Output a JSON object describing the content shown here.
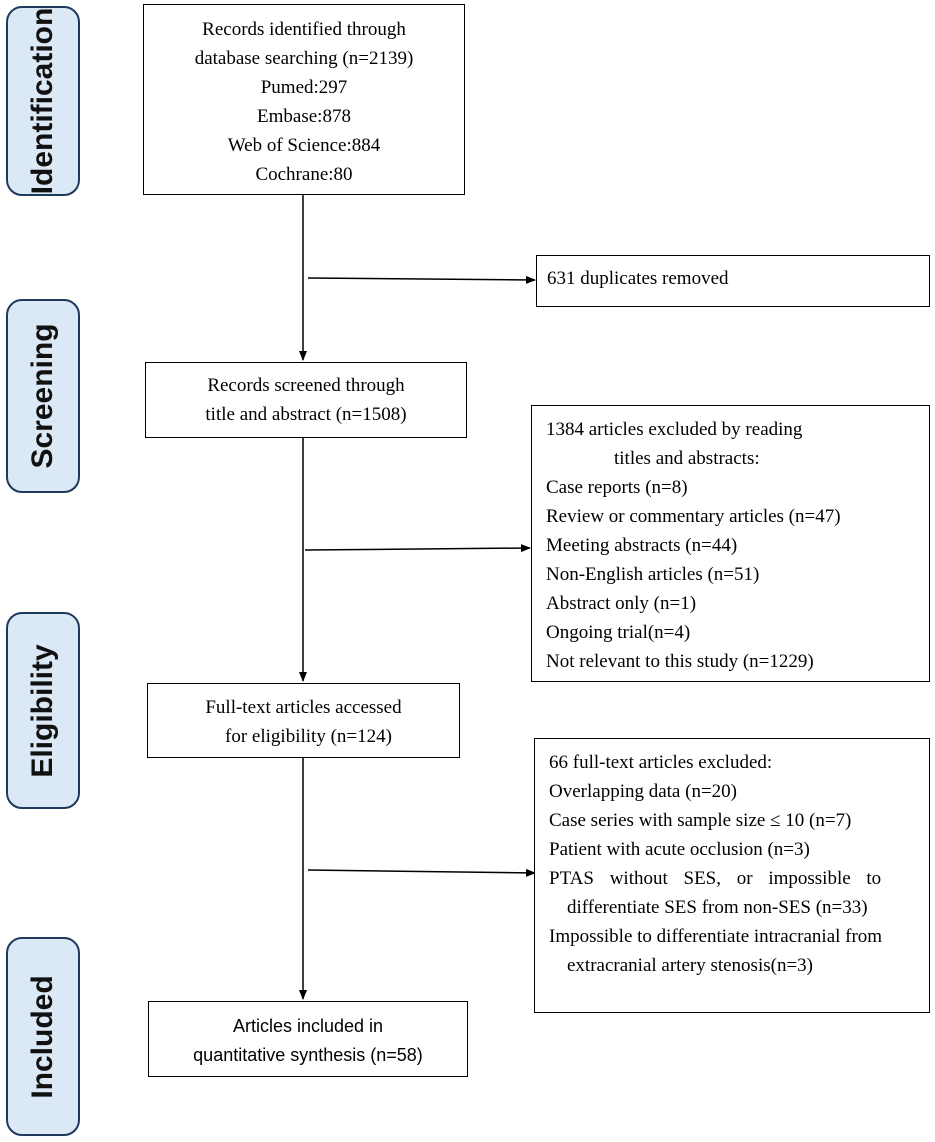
{
  "stages": {
    "identification": "Identification",
    "screening": "Screening",
    "eligibility": "Eligibility",
    "included": "Included"
  },
  "identified": {
    "lines": [
      "Records identified through",
      "database searching (n=2139)",
      "Pumed:297",
      "Embase:878",
      "Web of Science:884",
      "Cochrane:80"
    ]
  },
  "duplicates": {
    "text": "631 duplicates removed"
  },
  "screened": {
    "lines": [
      "Records screened through",
      "title and abstract (n=1508)"
    ]
  },
  "excluded_screening": {
    "header": "1384 articles excluded by reading",
    "header2": "titles and abstracts:",
    "items": [
      "Case reports (n=8)",
      "Review or commentary articles (n=47)",
      "Meeting abstracts (n=44)",
      "Non-English articles (n=51)",
      "Abstract only (n=1)",
      "Ongoing trial(n=4)",
      "Not relevant to this study (n=1229)"
    ]
  },
  "fulltext": {
    "lines": [
      "Full-text articles accessed",
      "for eligibility (n=124)"
    ]
  },
  "excluded_fulltext": {
    "header": "66 full-text articles excluded:",
    "items": [
      "Overlapping data (n=20)",
      "Case series with sample size ≤ 10 (n=7)",
      "Patient with acute occlusion (n=3)"
    ],
    "item4_line1": "PTAS without SES, or impossible to",
    "item4_line2": "differentiate SES from non-SES (n=33)",
    "item5_line1": "Impossible to differentiate intracranial from",
    "item5_line2": "extracranial artery stenosis(n=3)"
  },
  "included": {
    "lines": [
      "Articles included in",
      "quantitative synthesis (n=58)"
    ]
  }
}
